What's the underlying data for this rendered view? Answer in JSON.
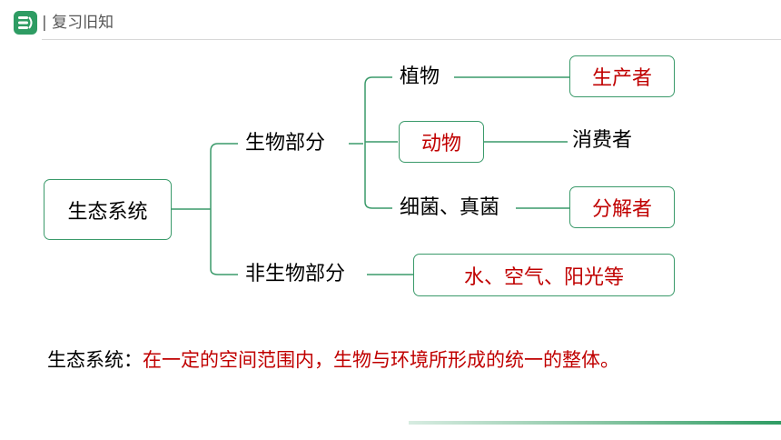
{
  "header": {
    "title": "| 复习旧知"
  },
  "diagram": {
    "root": "生态系统",
    "biotic": "生物部分",
    "abiotic": "非生物部分",
    "plants": "植物",
    "animals": "动物",
    "fungi": "细菌、真菌",
    "producer": "生产者",
    "consumer": "消费者",
    "decomposer": "分解者",
    "abiotic_factors": "水、空气、阳光等"
  },
  "definition": {
    "term": "生态系统：",
    "text": "在一定的空间范围内，生物与环境所形成的统一的整体。"
  },
  "colors": {
    "accent": "#3a9a6a",
    "highlight": "#c00000",
    "brand": "#2e9c63"
  }
}
